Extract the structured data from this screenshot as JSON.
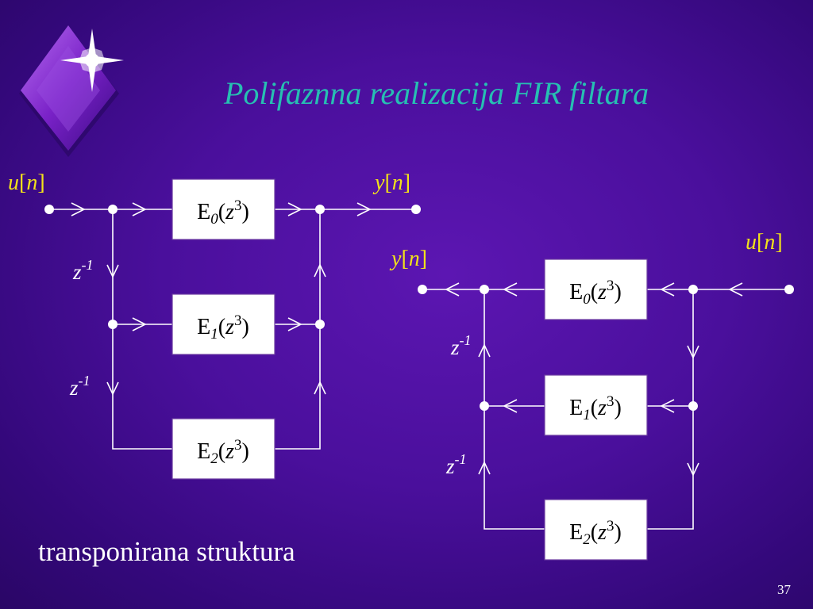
{
  "title": "Polifaznna realizacija FIR filtara",
  "caption": "transponirana struktura",
  "page_number": "37",
  "colors": {
    "title": "#27bfb2",
    "signal_label": "#f2e21a",
    "line": "#ffffff",
    "block_fill": "#ffffff",
    "block_text": "#000000"
  },
  "left_diagram": {
    "input": {
      "var": "u",
      "idx": "n"
    },
    "output": {
      "var": "y",
      "idx": "n"
    },
    "delays": [
      {
        "base": "z",
        "exp": "-1"
      },
      {
        "base": "z",
        "exp": "-1"
      }
    ],
    "blocks": [
      {
        "name": "E",
        "sub": "0",
        "arg": "z",
        "exp": "3"
      },
      {
        "name": "E",
        "sub": "1",
        "arg": "z",
        "exp": "3"
      },
      {
        "name": "E",
        "sub": "2",
        "arg": "z",
        "exp": "3"
      }
    ]
  },
  "right_diagram": {
    "input": {
      "var": "u",
      "idx": "n"
    },
    "output": {
      "var": "y",
      "idx": "n"
    },
    "delays": [
      {
        "base": "z",
        "exp": "-1"
      },
      {
        "base": "z",
        "exp": "-1"
      }
    ],
    "blocks": [
      {
        "name": "E",
        "sub": "0",
        "arg": "z",
        "exp": "3"
      },
      {
        "name": "E",
        "sub": "1",
        "arg": "z",
        "exp": "3"
      },
      {
        "name": "E",
        "sub": "2",
        "arg": "z",
        "exp": "3"
      }
    ]
  }
}
